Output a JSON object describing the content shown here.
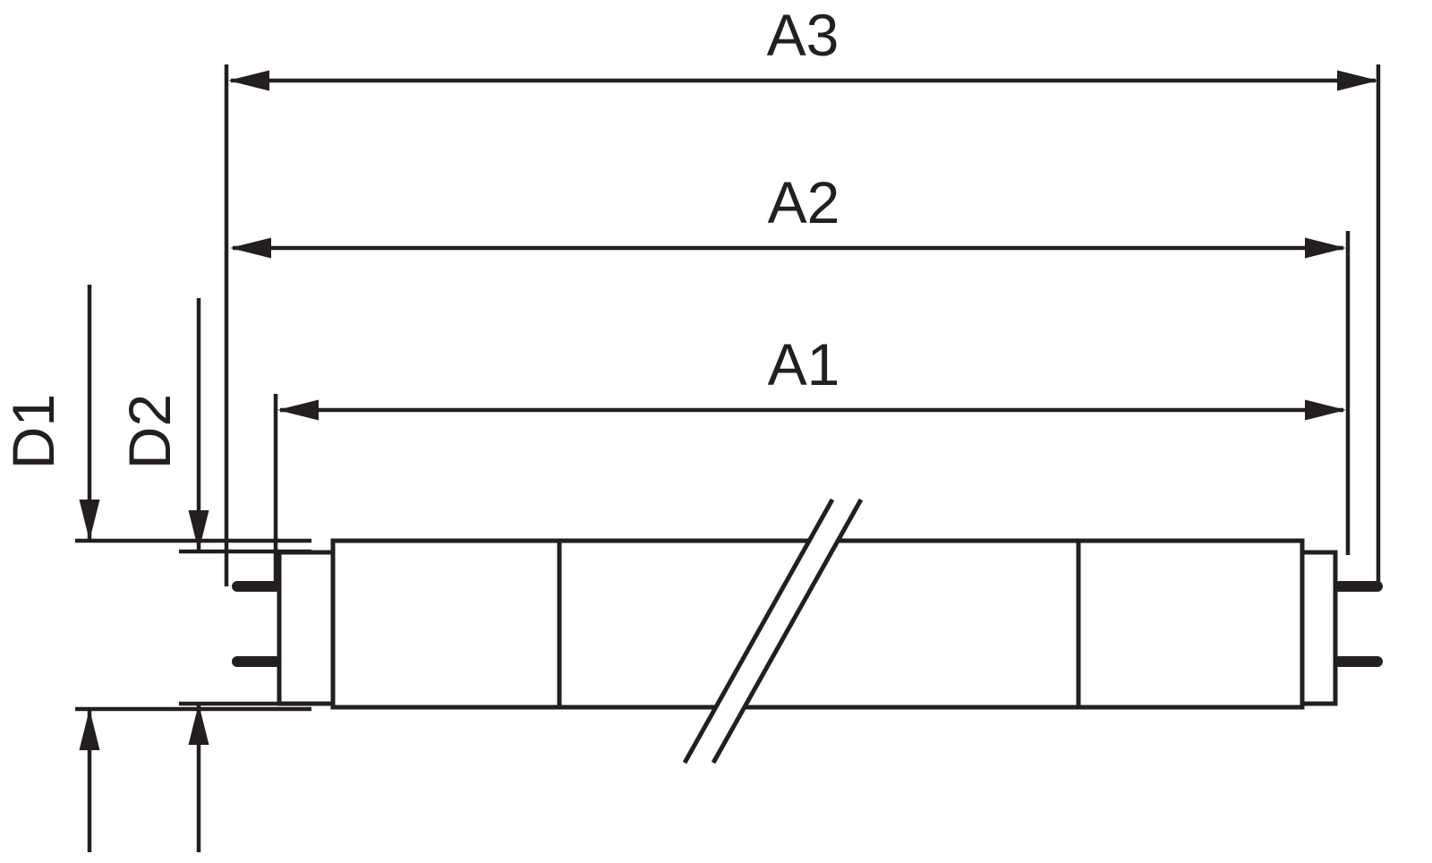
{
  "diagram": {
    "labels": {
      "a1": "A1",
      "a2": "A2",
      "a3": "A3",
      "d1": "D1",
      "d2": "D2"
    },
    "colors": {
      "line": "#231f20",
      "background": "#ffffff"
    }
  }
}
